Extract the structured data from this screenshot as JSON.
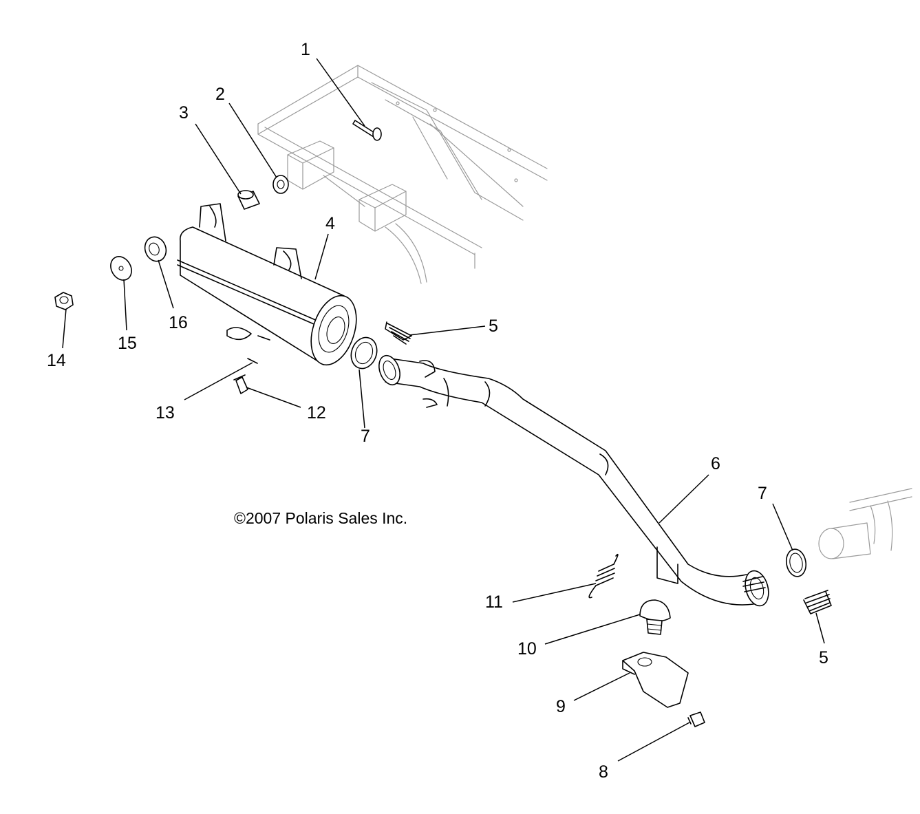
{
  "copyright": "©2007 Polaris Sales Inc.",
  "callouts": [
    {
      "id": "c1",
      "label": "1"
    },
    {
      "id": "c2",
      "label": "2"
    },
    {
      "id": "c3",
      "label": "3"
    },
    {
      "id": "c4",
      "label": "4"
    },
    {
      "id": "c5a",
      "label": "5"
    },
    {
      "id": "c5b",
      "label": "5"
    },
    {
      "id": "c6",
      "label": "6"
    },
    {
      "id": "c7a",
      "label": "7"
    },
    {
      "id": "c7b",
      "label": "7"
    },
    {
      "id": "c8",
      "label": "8"
    },
    {
      "id": "c9",
      "label": "9"
    },
    {
      "id": "c10",
      "label": "10"
    },
    {
      "id": "c11",
      "label": "11"
    },
    {
      "id": "c12",
      "label": "12"
    },
    {
      "id": "c13",
      "label": "13"
    },
    {
      "id": "c14",
      "label": "14"
    },
    {
      "id": "c15",
      "label": "15"
    },
    {
      "id": "c16",
      "label": "16"
    }
  ]
}
